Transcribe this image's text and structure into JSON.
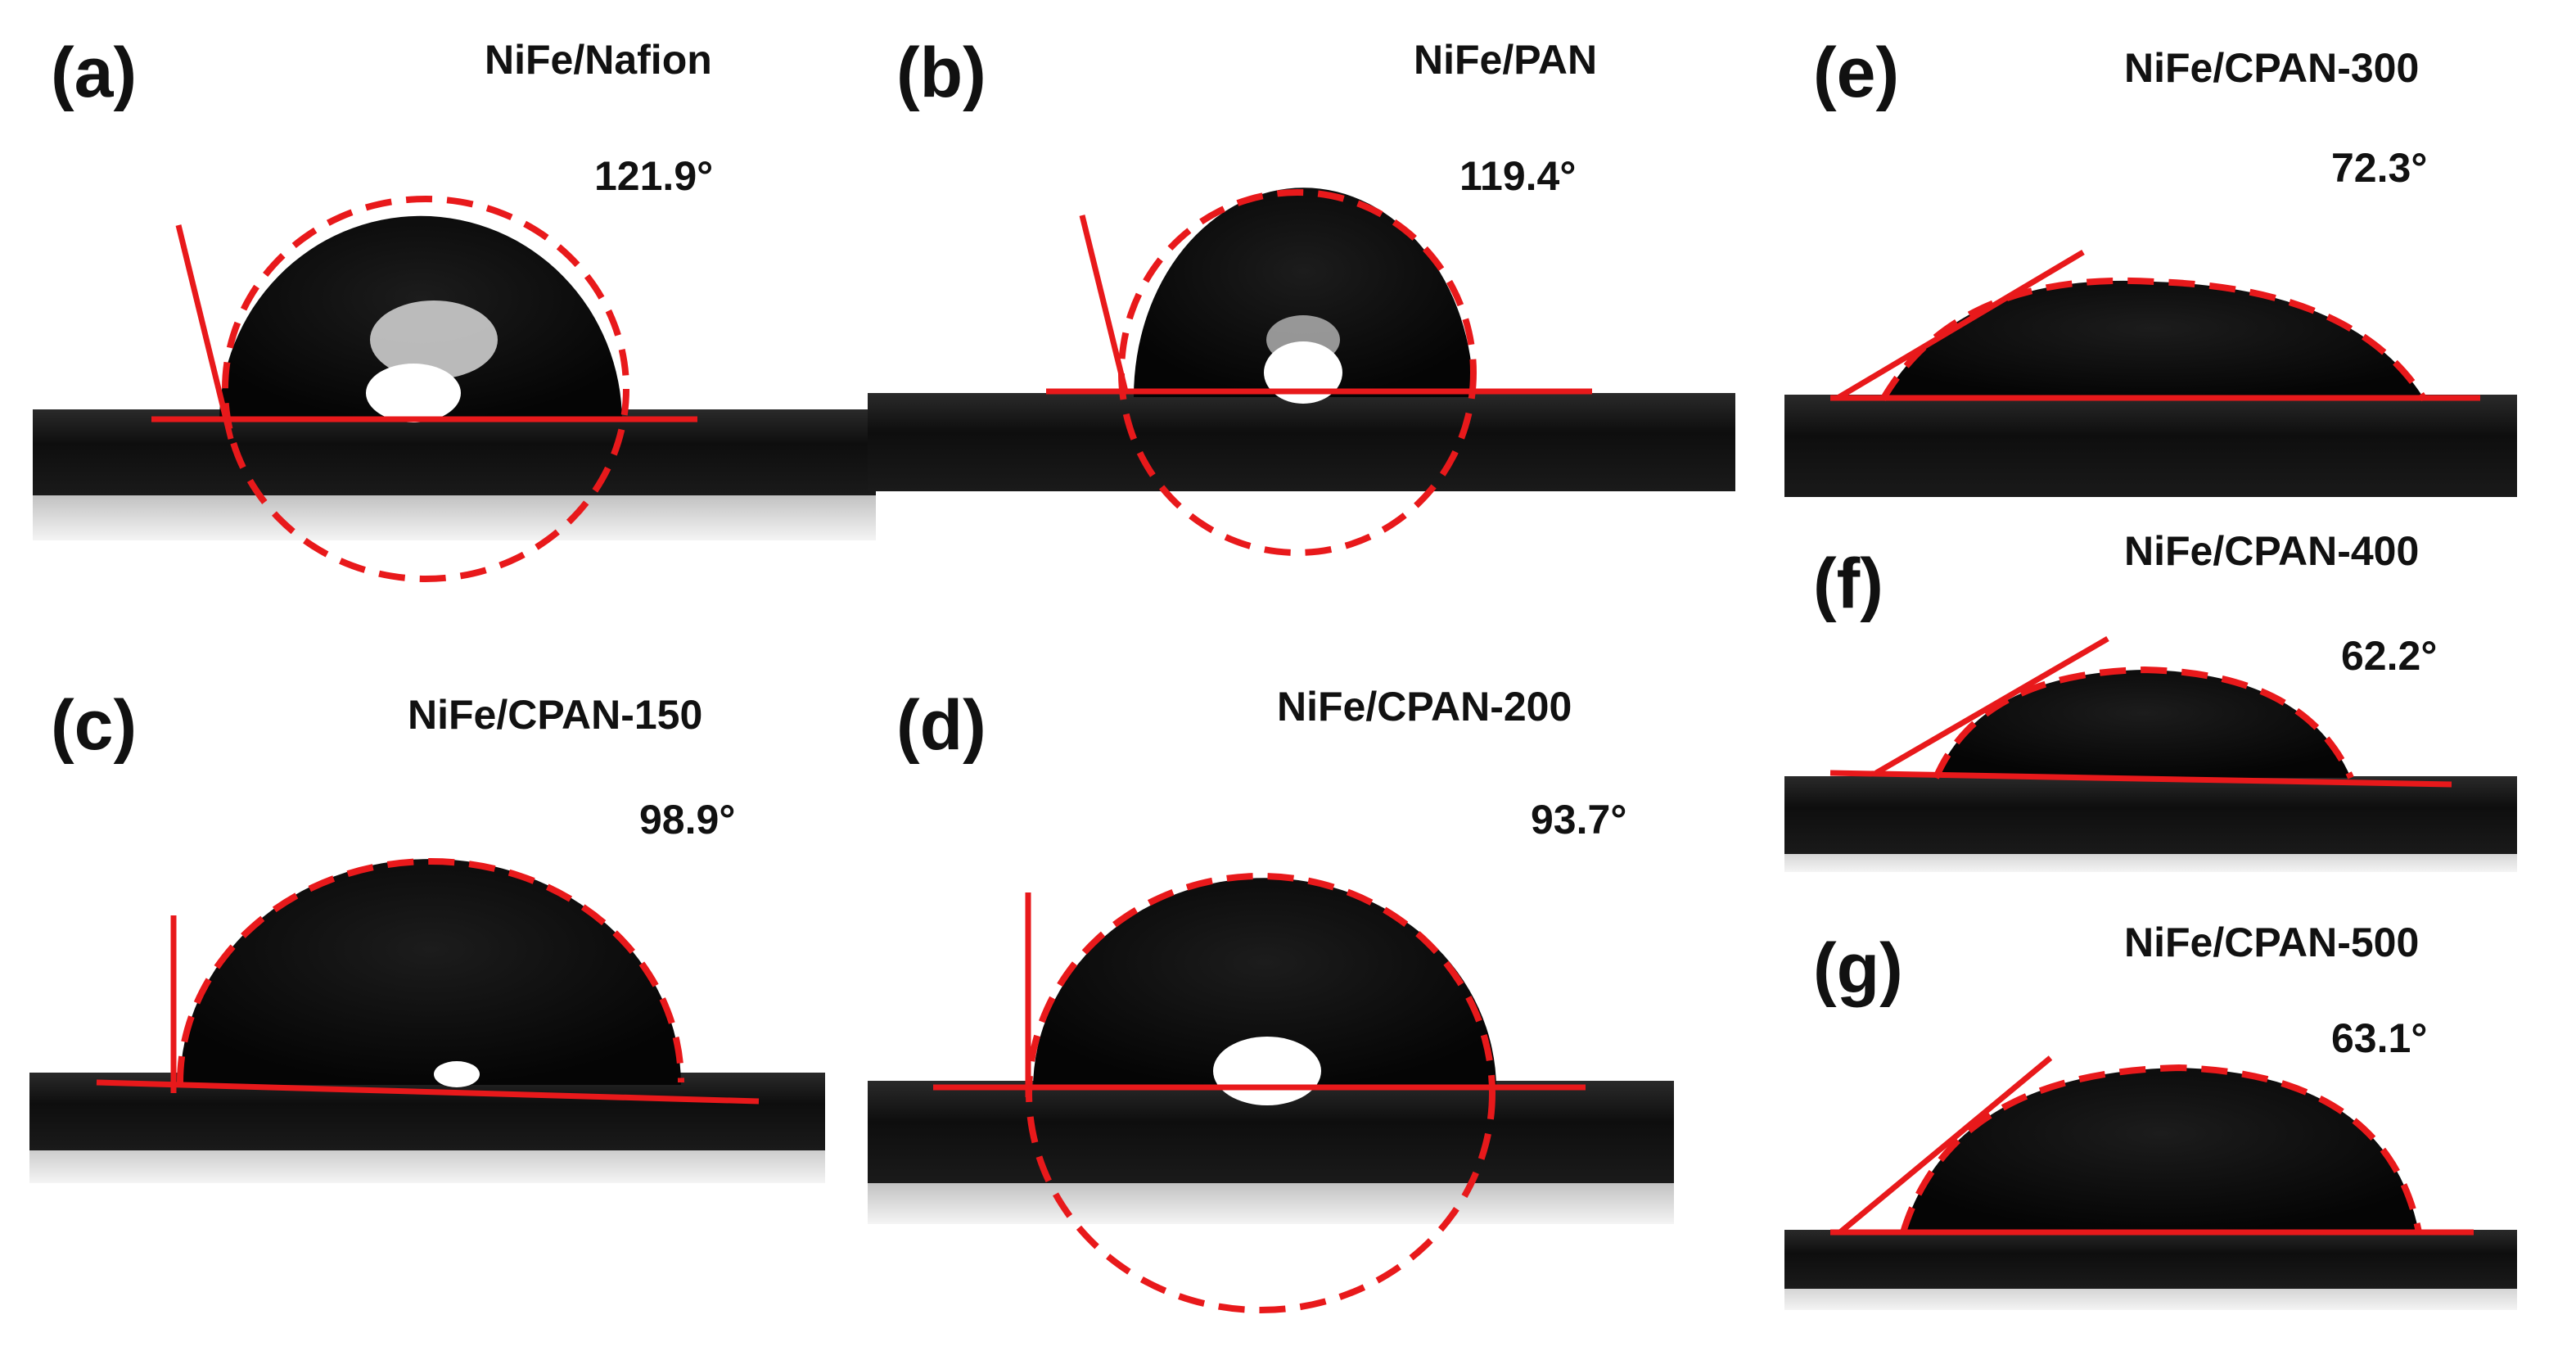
{
  "figure": {
    "panels": [
      {
        "id": "a",
        "label": "(a)",
        "sample": "NiFe/Nafion",
        "angle": "121.9°"
      },
      {
        "id": "b",
        "label": "(b)",
        "sample": "NiFe/PAN",
        "angle": "119.4°"
      },
      {
        "id": "c",
        "label": "(c)",
        "sample": "NiFe/CPAN-150",
        "angle": "98.9°"
      },
      {
        "id": "d",
        "label": "(d)",
        "sample": "NiFe/CPAN-200",
        "angle": "93.7°"
      },
      {
        "id": "e",
        "label": "(e)",
        "sample": "NiFe/CPAN-300",
        "angle": "72.3°"
      },
      {
        "id": "f",
        "label": "(f)",
        "sample": "NiFe/CPAN-400",
        "angle": "62.2°"
      },
      {
        "id": "g",
        "label": "(g)",
        "sample": "NiFe/CPAN-500",
        "angle": "63.1°"
      }
    ],
    "colors": {
      "fit_line": "#e8191b",
      "droplet": "#0b0b0b",
      "substrate": "#161616",
      "background": "#ffffff"
    }
  }
}
